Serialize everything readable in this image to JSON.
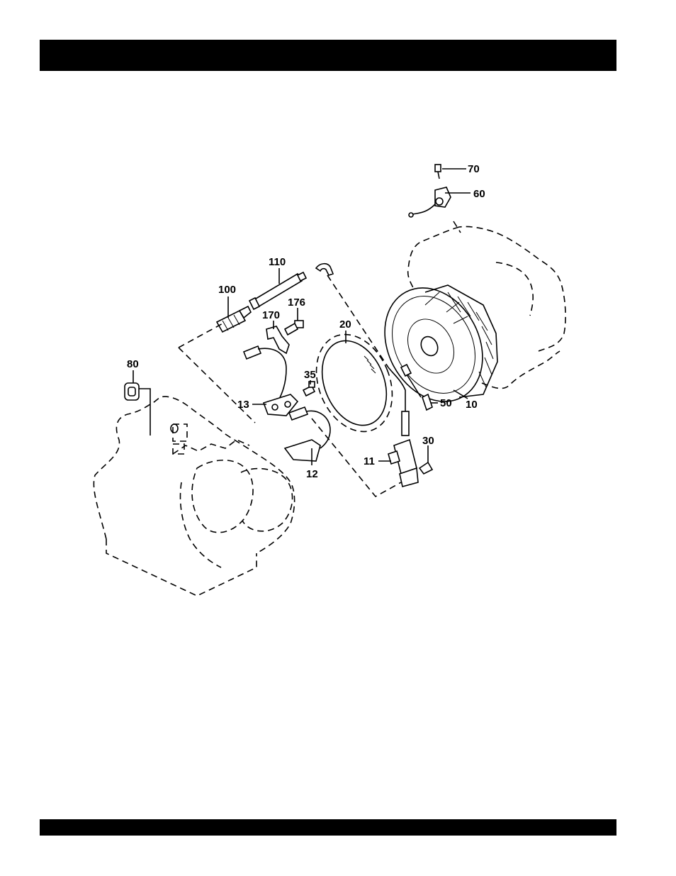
{
  "header_band": {
    "text": ""
  },
  "footer_band": {
    "text": ""
  },
  "callouts": {
    "c70": "70",
    "c60": "60",
    "c110": "110",
    "c100": "100",
    "c176": "176",
    "c170": "170",
    "c20": "20",
    "c80": "80",
    "c35": "35",
    "c13": "13",
    "c50": "50",
    "c10": "10",
    "c30": "30",
    "c11": "11",
    "c12": "12"
  }
}
